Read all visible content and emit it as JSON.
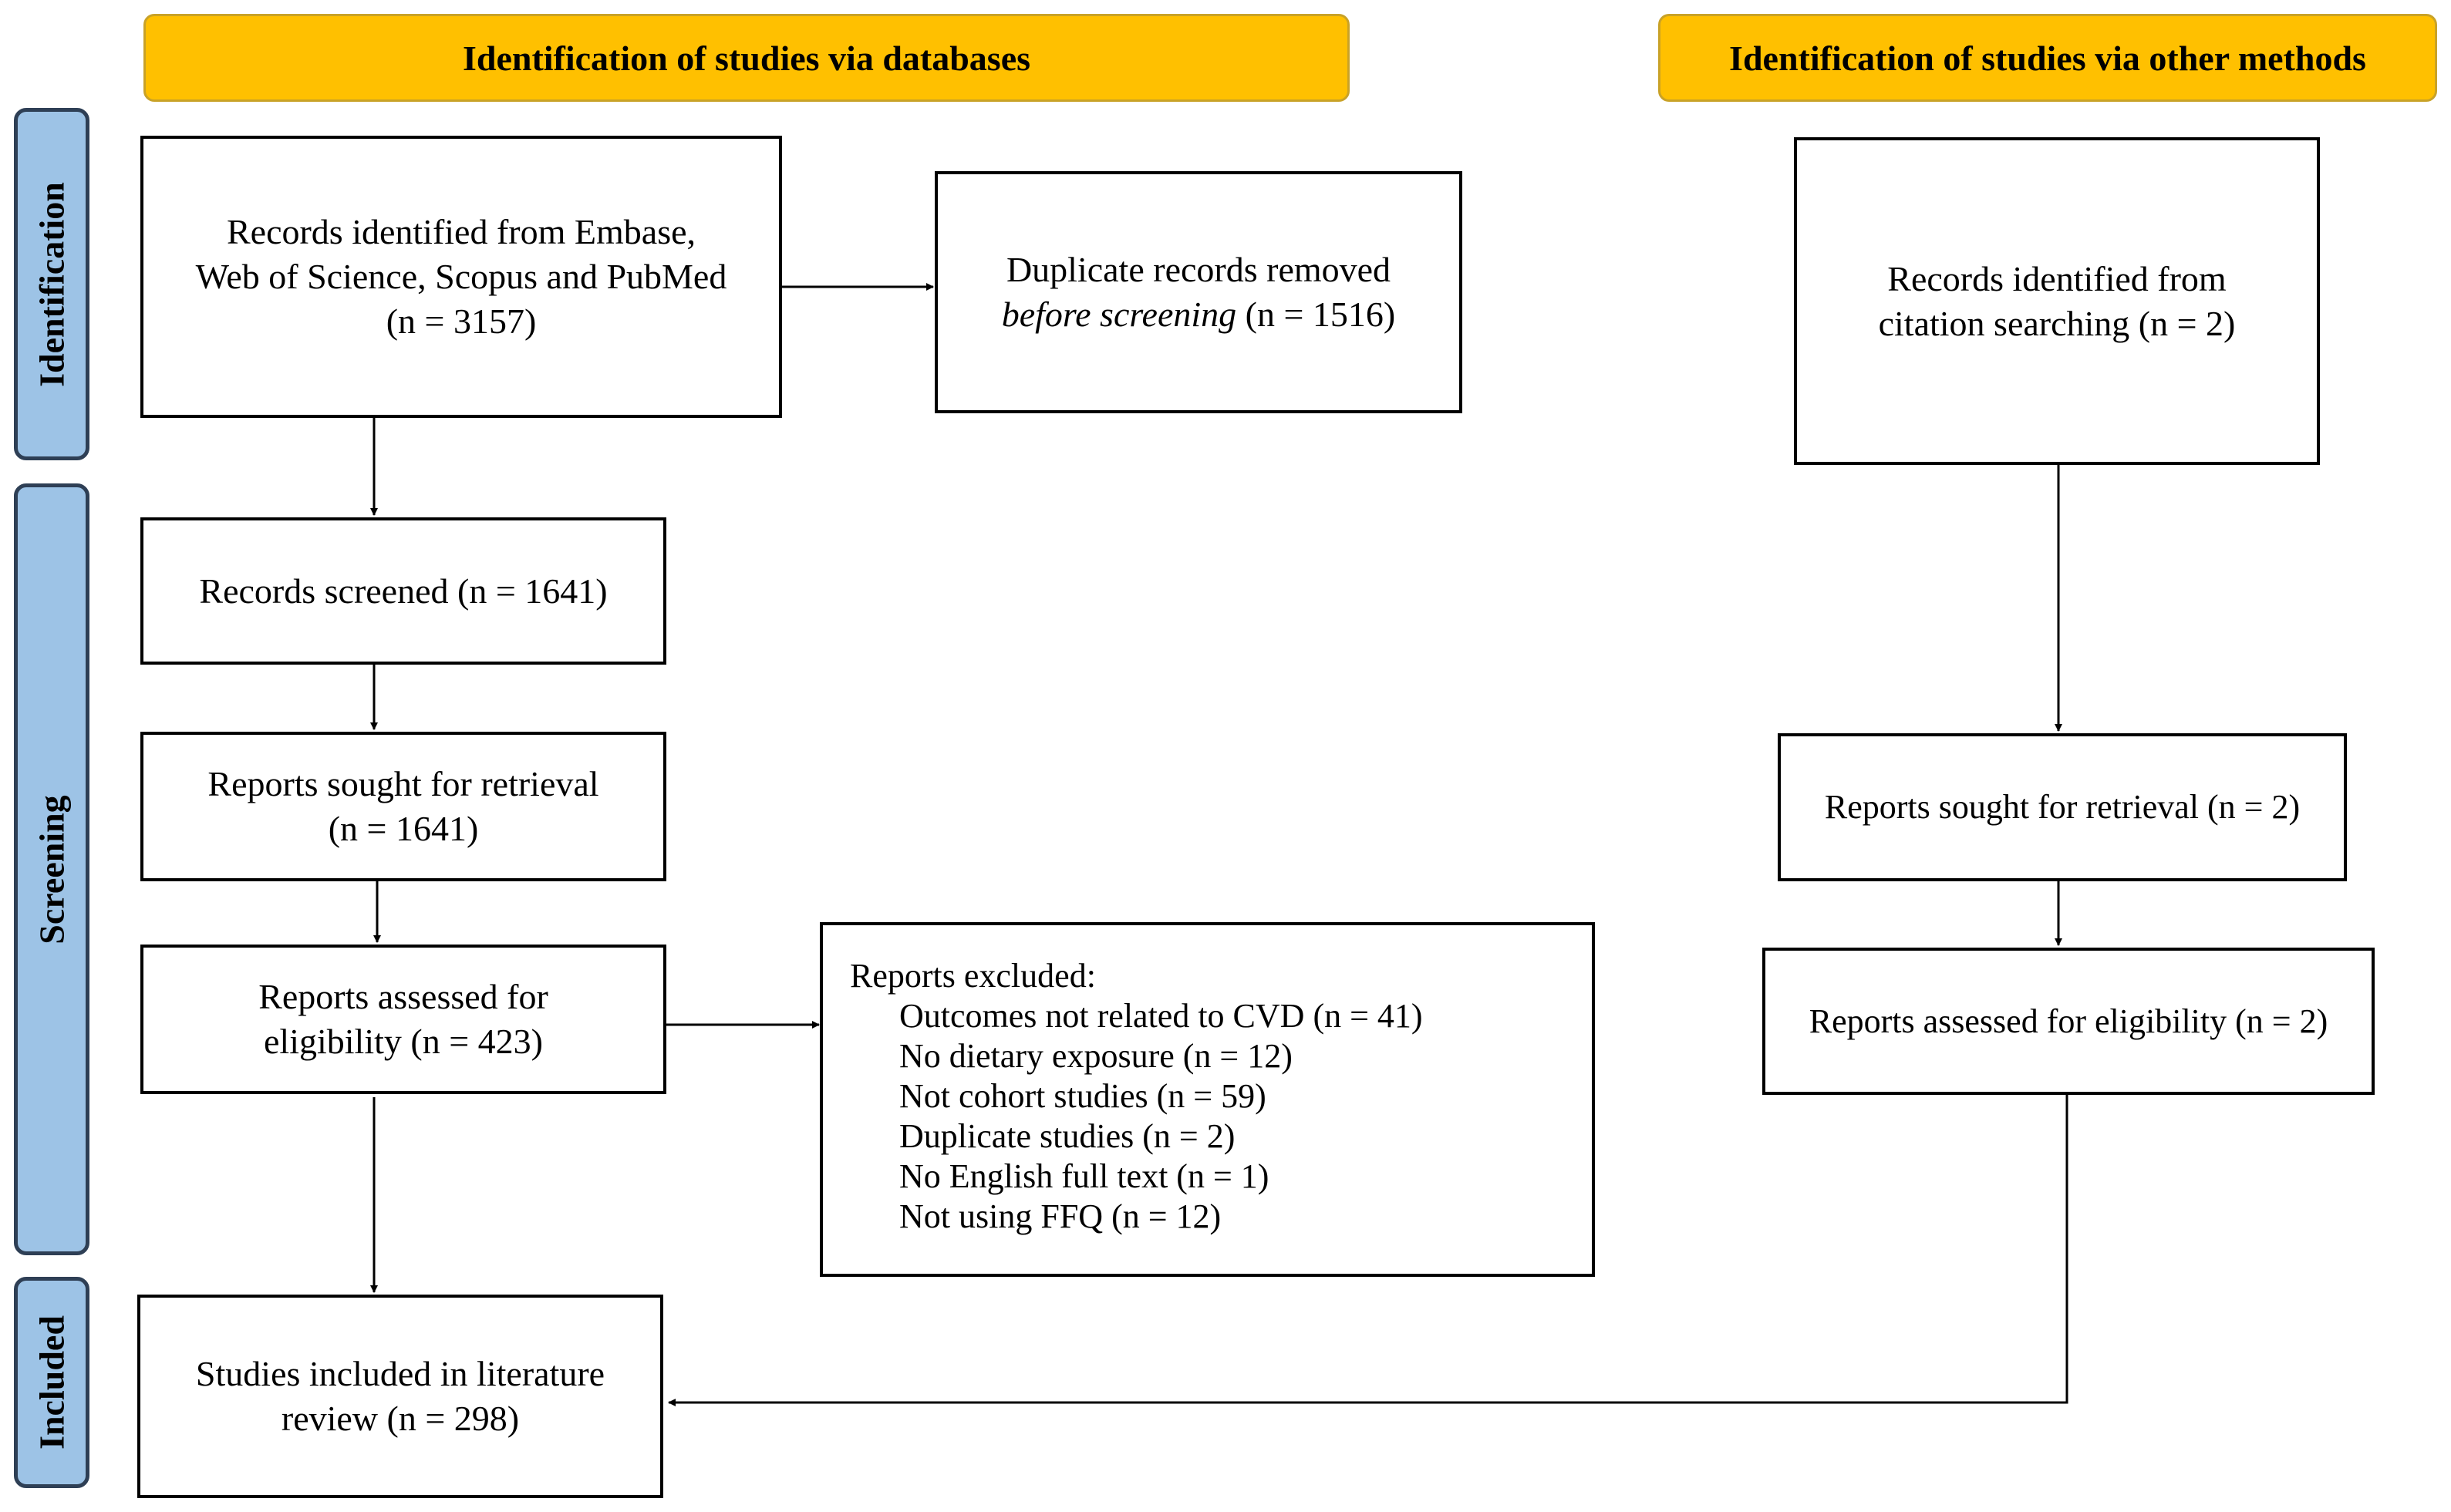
{
  "headers": {
    "databases": "Identification of studies via databases",
    "other_methods": "Identification of studies via other methods"
  },
  "stages": {
    "identification": "Identification",
    "screening": "Screening",
    "included": "Included"
  },
  "databases": {
    "records_identified": {
      "lines": [
        "Records identified from Embase,",
        "Web of Science, Scopus and PubMed",
        "(n = 3157)"
      ]
    },
    "duplicates_removed": {
      "line1": "Duplicate records removed",
      "line2_italic": "before screening",
      "line2_rest": " (n = 1516)"
    },
    "records_screened": "Records screened (n = 1641)",
    "reports_sought": {
      "lines": [
        "Reports sought for retrieval",
        "(n = 1641)"
      ]
    },
    "reports_assessed": {
      "lines": [
        "Reports assessed for",
        "eligibility (n = 423)"
      ]
    },
    "reports_excluded": {
      "title": "Reports excluded:",
      "reasons": [
        "Outcomes not related to CVD (n = 41)",
        "No dietary exposure (n = 12)",
        "Not cohort studies (n = 59)",
        "Duplicate studies (n = 2)",
        "No English full text (n = 1)",
        "Not using FFQ (n = 12)"
      ]
    },
    "studies_included": {
      "lines": [
        "Studies included in literature",
        "review (n = 298)"
      ]
    }
  },
  "other_methods": {
    "records_identified": {
      "lines": [
        "Records identified from",
        "citation searching (n = 2)"
      ]
    },
    "reports_sought": "Reports sought for retrieval (n = 2)",
    "reports_assessed": "Reports assessed for eligibility (n = 2)"
  }
}
